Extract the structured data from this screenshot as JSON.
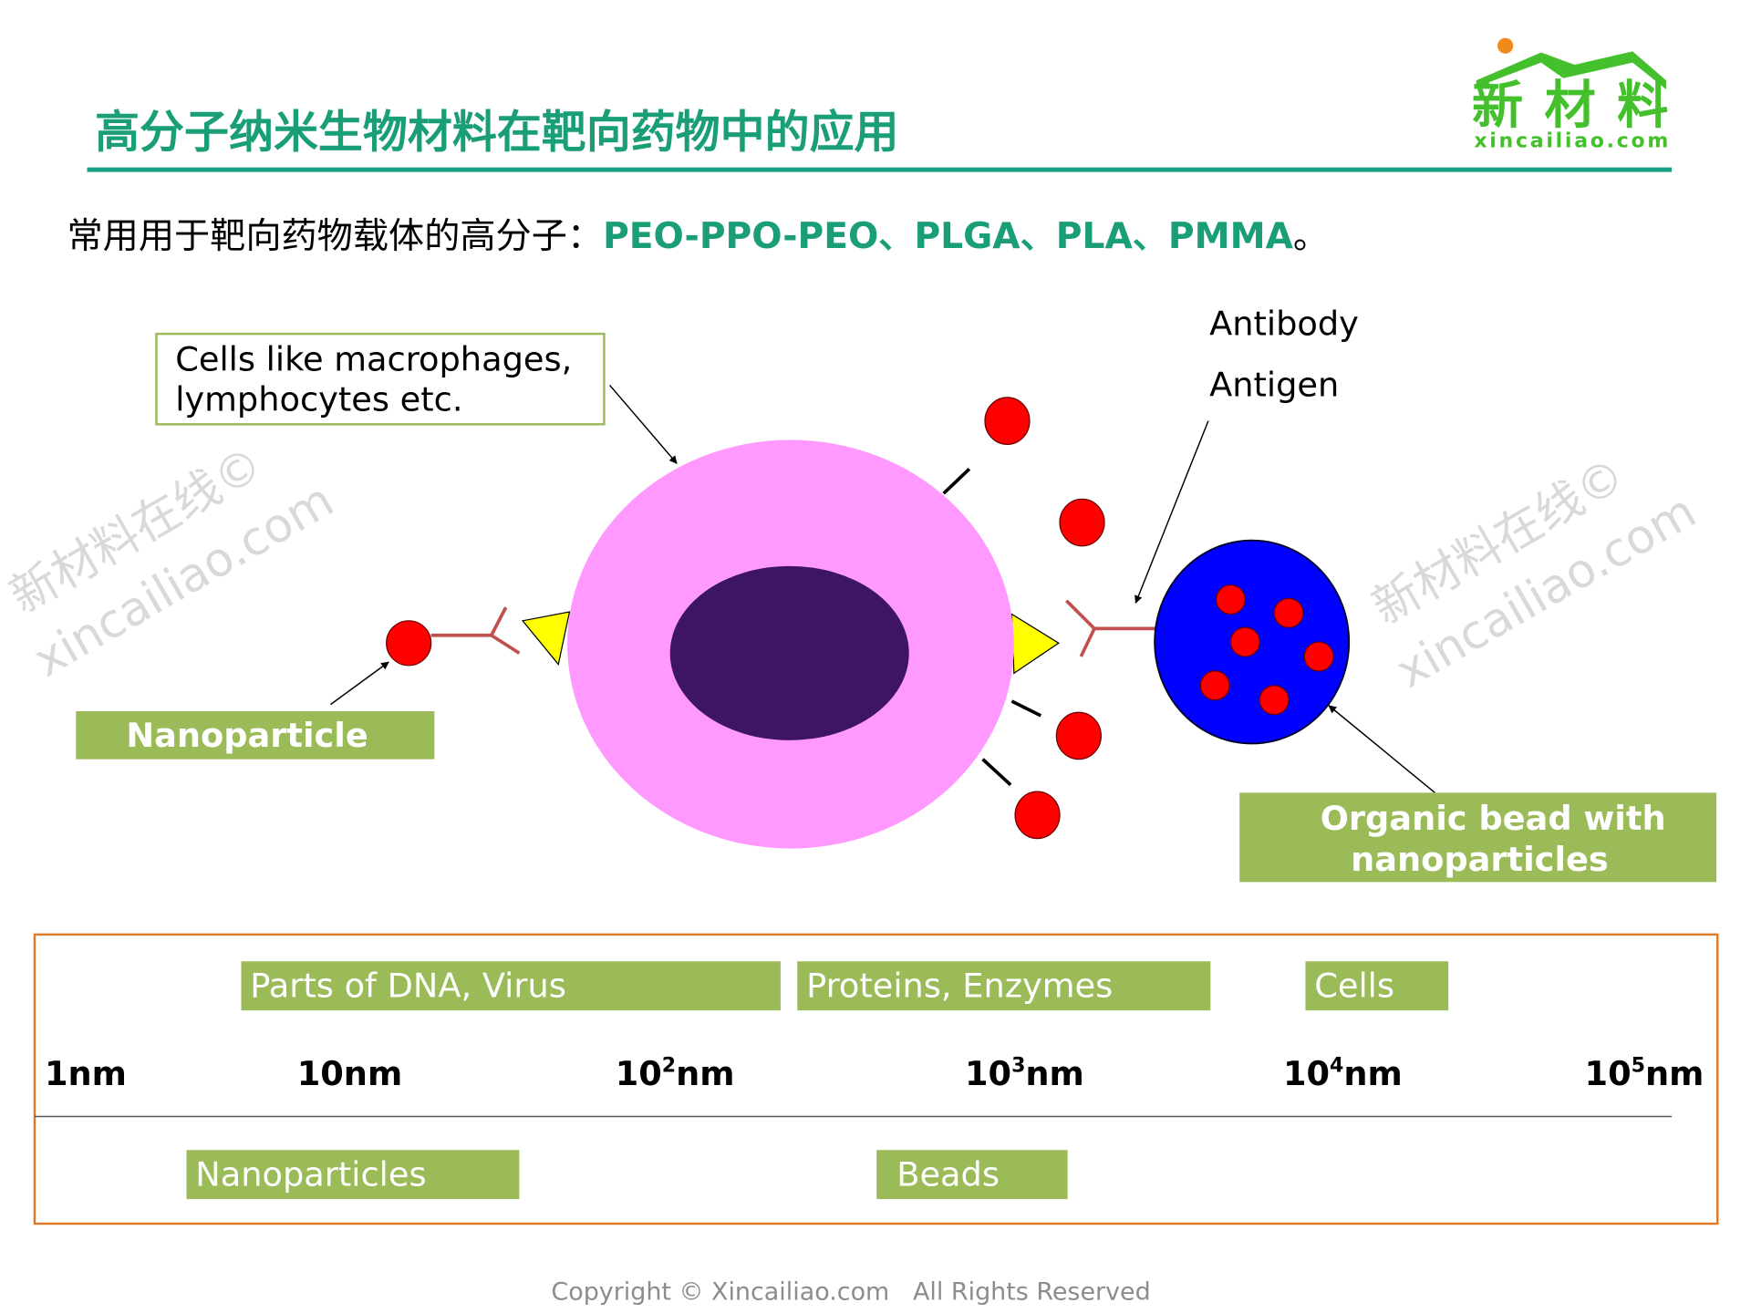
{
  "header": {
    "title": "高分子纳米生物材料在靶向药物中的应用",
    "logo_text": "新材料",
    "logo_domain": "xincailiao.com"
  },
  "subtitle": {
    "prefix": "常用用于靶向药物载体的高分子：",
    "polymers": "PEO-PPO-PEO、PLGA、PLA、PMMA",
    "suffix": "。"
  },
  "diagram": {
    "cells_label_line1": "Cells like macrophages,",
    "cells_label_line2": "lymphocytes etc.",
    "antibody_label": "Antibody",
    "antigen_label": "Antigen",
    "nanoparticle_label": "Nanoparticle",
    "bead_label_line1": "Organic bead with",
    "bead_label_line2": "nanoparticles"
  },
  "scale": {
    "top_bars": [
      "Parts of DNA, Virus",
      "Proteins, Enzymes",
      "Cells"
    ],
    "ticks": [
      {
        "base": "1nm",
        "exp": ""
      },
      {
        "base": "10nm",
        "exp": ""
      },
      {
        "base": "10",
        "exp": "2",
        "unit": "nm"
      },
      {
        "base": "10",
        "exp": "3",
        "unit": "nm"
      },
      {
        "base": "10",
        "exp": "4",
        "unit": "nm"
      },
      {
        "base": "10",
        "exp": "5",
        "unit": "nm"
      }
    ],
    "bottom_bars": [
      "Nanoparticles",
      "Beads"
    ]
  },
  "watermark": {
    "line1": "新材料在线©",
    "line2": "xincailiao.com"
  },
  "footer": {
    "copyright": "Copyright © Xincailiao.com   All Rights Reserved"
  },
  "colors": {
    "title_green": "#1a9e78",
    "bar_green": "#9bbb59",
    "box_orange": "#e07a28",
    "cell_pink": "#ff99ff",
    "nucleus": "#3d1466",
    "bead_blue": "#0000ff",
    "particle_red": "#ff0000"
  }
}
